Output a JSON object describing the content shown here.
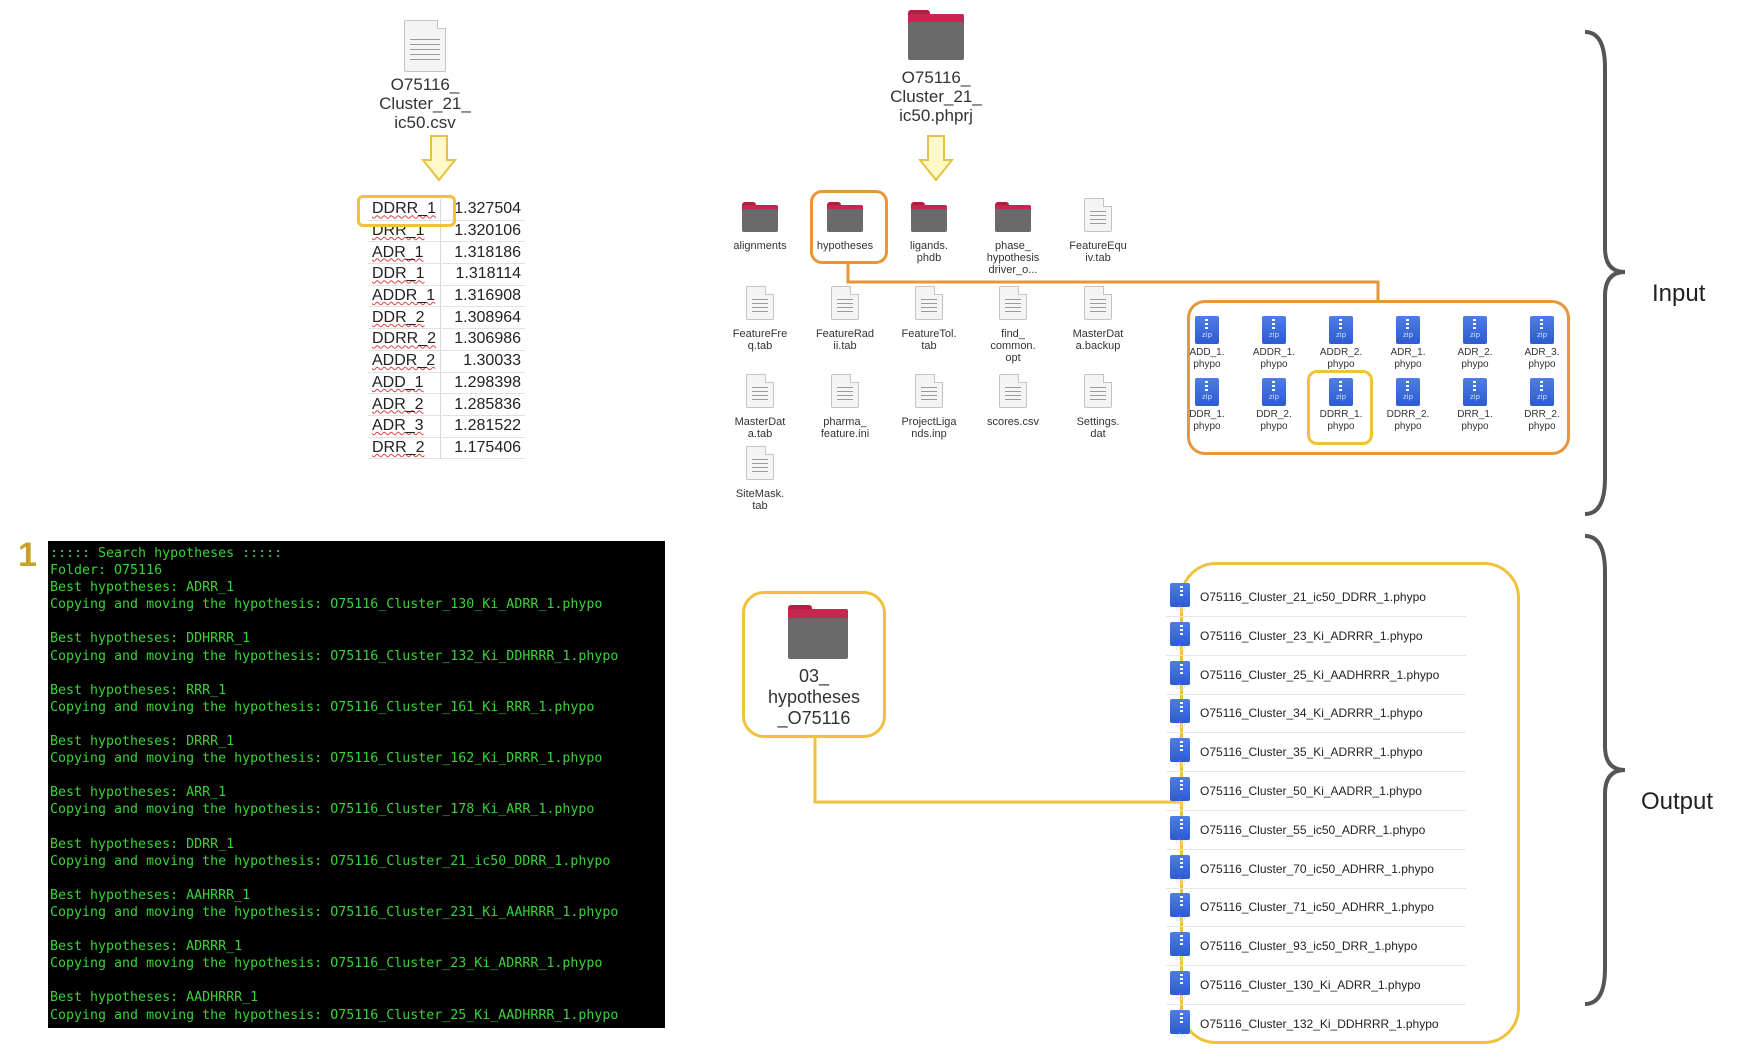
{
  "csv_file": {
    "name": "O75116_\nCluster_21_\nic50.csv"
  },
  "project_folder": {
    "name": "O75116_\nCluster_21_\nic50.phprj"
  },
  "csv_table": [
    {
      "key": "DDRR_1",
      "value": "1.327504"
    },
    {
      "key": "DRR_1",
      "value": "1.320106"
    },
    {
      "key": "ADR_1",
      "value": "1.318186"
    },
    {
      "key": "DDR_1",
      "value": "1.318114"
    },
    {
      "key": "ADDR_1",
      "value": "1.316908"
    },
    {
      "key": "DDR_2",
      "value": "1.308964"
    },
    {
      "key": "DDRR_2",
      "value": "1.306986"
    },
    {
      "key": "ADDR_2",
      "value": "1.30033"
    },
    {
      "key": "ADD_1",
      "value": "1.298398"
    },
    {
      "key": "ADR_2",
      "value": "1.285836"
    },
    {
      "key": "ADR_3",
      "value": "1.281522"
    },
    {
      "key": "DRR_2",
      "value": "1.175406"
    }
  ],
  "project_items": [
    {
      "label": "alignments",
      "kind": "folder"
    },
    {
      "label": "hypotheses",
      "kind": "folder"
    },
    {
      "label": "ligands.\nphdb",
      "kind": "folder"
    },
    {
      "label": "phase_\nhypothesis\ndriver_o...",
      "kind": "folder"
    },
    {
      "label": "FeatureEqu\niv.tab",
      "kind": "file"
    },
    {
      "label": "FeatureFre\nq.tab",
      "kind": "file"
    },
    {
      "label": "FeatureRad\nii.tab",
      "kind": "file"
    },
    {
      "label": "FeatureTol.\ntab",
      "kind": "file"
    },
    {
      "label": "find_\ncommon.\nopt",
      "kind": "file"
    },
    {
      "label": "MasterDat\na.backup",
      "kind": "file"
    },
    {
      "label": "MasterDat\na.tab",
      "kind": "file"
    },
    {
      "label": "pharma_\nfeature.ini",
      "kind": "file"
    },
    {
      "label": "ProjectLiga\nnds.inp",
      "kind": "file"
    },
    {
      "label": "scores.csv",
      "kind": "file"
    },
    {
      "label": "Settings.\ndat",
      "kind": "file"
    },
    {
      "label": "SiteMask.\ntab",
      "kind": "file"
    }
  ],
  "hypotheses_files": [
    "ADD_1.\nphypo",
    "ADDR_1.\nphypo",
    "ADDR_2.\nphypo",
    "ADR_1.\nphypo",
    "ADR_2.\nphypo",
    "ADR_3.\nphypo",
    "DDR_1.\nphypo",
    "DDR_2.\nphypo",
    "DDRR_1.\nphypo",
    "DDRR_2.\nphypo",
    "DRR_1.\nphypo",
    "DRR_2.\nphypo"
  ],
  "step_number": "1",
  "terminal_text": "::::: Search hypotheses :::::\nFolder: O75116\nBest hypotheses: ADRR_1\nCopying and moving the hypothesis: O75116_Cluster_130_Ki_ADRR_1.phypo\n\nBest hypotheses: DDHRRR_1\nCopying and moving the hypothesis: O75116_Cluster_132_Ki_DDHRRR_1.phypo\n\nBest hypotheses: RRR_1\nCopying and moving the hypothesis: O75116_Cluster_161_Ki_RRR_1.phypo\n\nBest hypotheses: DRRR_1\nCopying and moving the hypothesis: O75116_Cluster_162_Ki_DRRR_1.phypo\n\nBest hypotheses: ARR_1\nCopying and moving the hypothesis: O75116_Cluster_178_Ki_ARR_1.phypo\n\nBest hypotheses: DDRR_1\nCopying and moving the hypothesis: O75116_Cluster_21_ic50_DDRR_1.phypo\n\nBest hypotheses: AAHRRR_1\nCopying and moving the hypothesis: O75116_Cluster_231_Ki_AAHRRR_1.phypo\n\nBest hypotheses: ADRRR_1\nCopying and moving the hypothesis: O75116_Cluster_23_Ki_ADRRR_1.phypo\n\nBest hypotheses: AADHRRR_1\nCopying and moving the hypothesis: O75116_Cluster_25_Ki_AADHRRR_1.phypo",
  "output_folder": {
    "name": "03_\nhypotheses\n_O75116"
  },
  "output_files": [
    "O75116_Cluster_21_ic50_DDRR_1.phypo",
    "O75116_Cluster_23_Ki_ADRRR_1.phypo",
    "O75116_Cluster_25_Ki_AADHRRR_1.phypo",
    "O75116_Cluster_34_Ki_ADRRR_1.phypo",
    "O75116_Cluster_35_Ki_ADRRR_1.phypo",
    "O75116_Cluster_50_Ki_AADRR_1.phypo",
    "O75116_Cluster_55_ic50_ADRR_1.phypo",
    "O75116_Cluster_70_ic50_ADHRR_1.phypo",
    "O75116_Cluster_71_ic50_ADHRR_1.phypo",
    "O75116_Cluster_93_ic50_DRR_1.phypo",
    "O75116_Cluster_130_Ki_ADRR_1.phypo",
    "O75116_Cluster_132_Ki_DDHRRR_1.phypo"
  ],
  "section_labels": {
    "input": "Input",
    "output": "Output"
  },
  "colors": {
    "highlight_yellow": "#f0c23b",
    "highlight_orange": "#e8963a",
    "terminal_text": "#3bd13b",
    "folder_red": "#c62650"
  }
}
